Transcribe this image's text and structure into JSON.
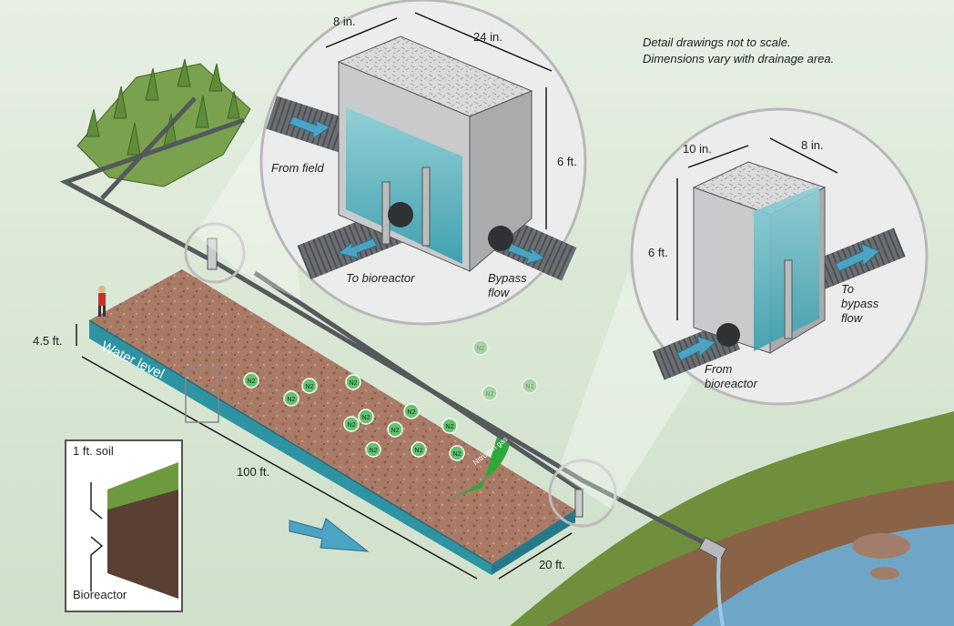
{
  "notes": {
    "line1": "Detail drawings not to scale.",
    "line2": "Dimensions vary with drainage area."
  },
  "control_box_1": {
    "width": "8 in.",
    "length": "24 in.",
    "height": "6 ft.",
    "from_field": "From field",
    "to_bioreactor": "To bioreactor",
    "bypass_line1": "Bypass",
    "bypass_line2": "flow"
  },
  "control_box_2": {
    "width": "10 in.",
    "length": "8 in.",
    "height": "6 ft.",
    "to_bypass_line1": "To",
    "to_bypass_line2": "bypass",
    "to_bypass_line3": "flow",
    "from_bioreactor_line1": "From",
    "from_bioreactor_line2": "bioreactor"
  },
  "bioreactor": {
    "depth": "4.5 ft.",
    "length": "100 ft.",
    "width": "20 ft.",
    "water_level": "Water level",
    "nitrogen_gas": "Nitrogen gas",
    "n2_label": "N2"
  },
  "cross_section": {
    "soil": "1 ft. soil",
    "bioreactor": "Bioreactor"
  },
  "colors": {
    "background": "#dbe8d6",
    "wood_chips": "#a97b66",
    "water": "#2e93a2",
    "pipe": "#6b6f73",
    "n2_bubble": "#63c36a",
    "arrow": "#4da3c4",
    "nitrogen_arrow": "#2fa83c",
    "stream": "#6fa6c8"
  }
}
